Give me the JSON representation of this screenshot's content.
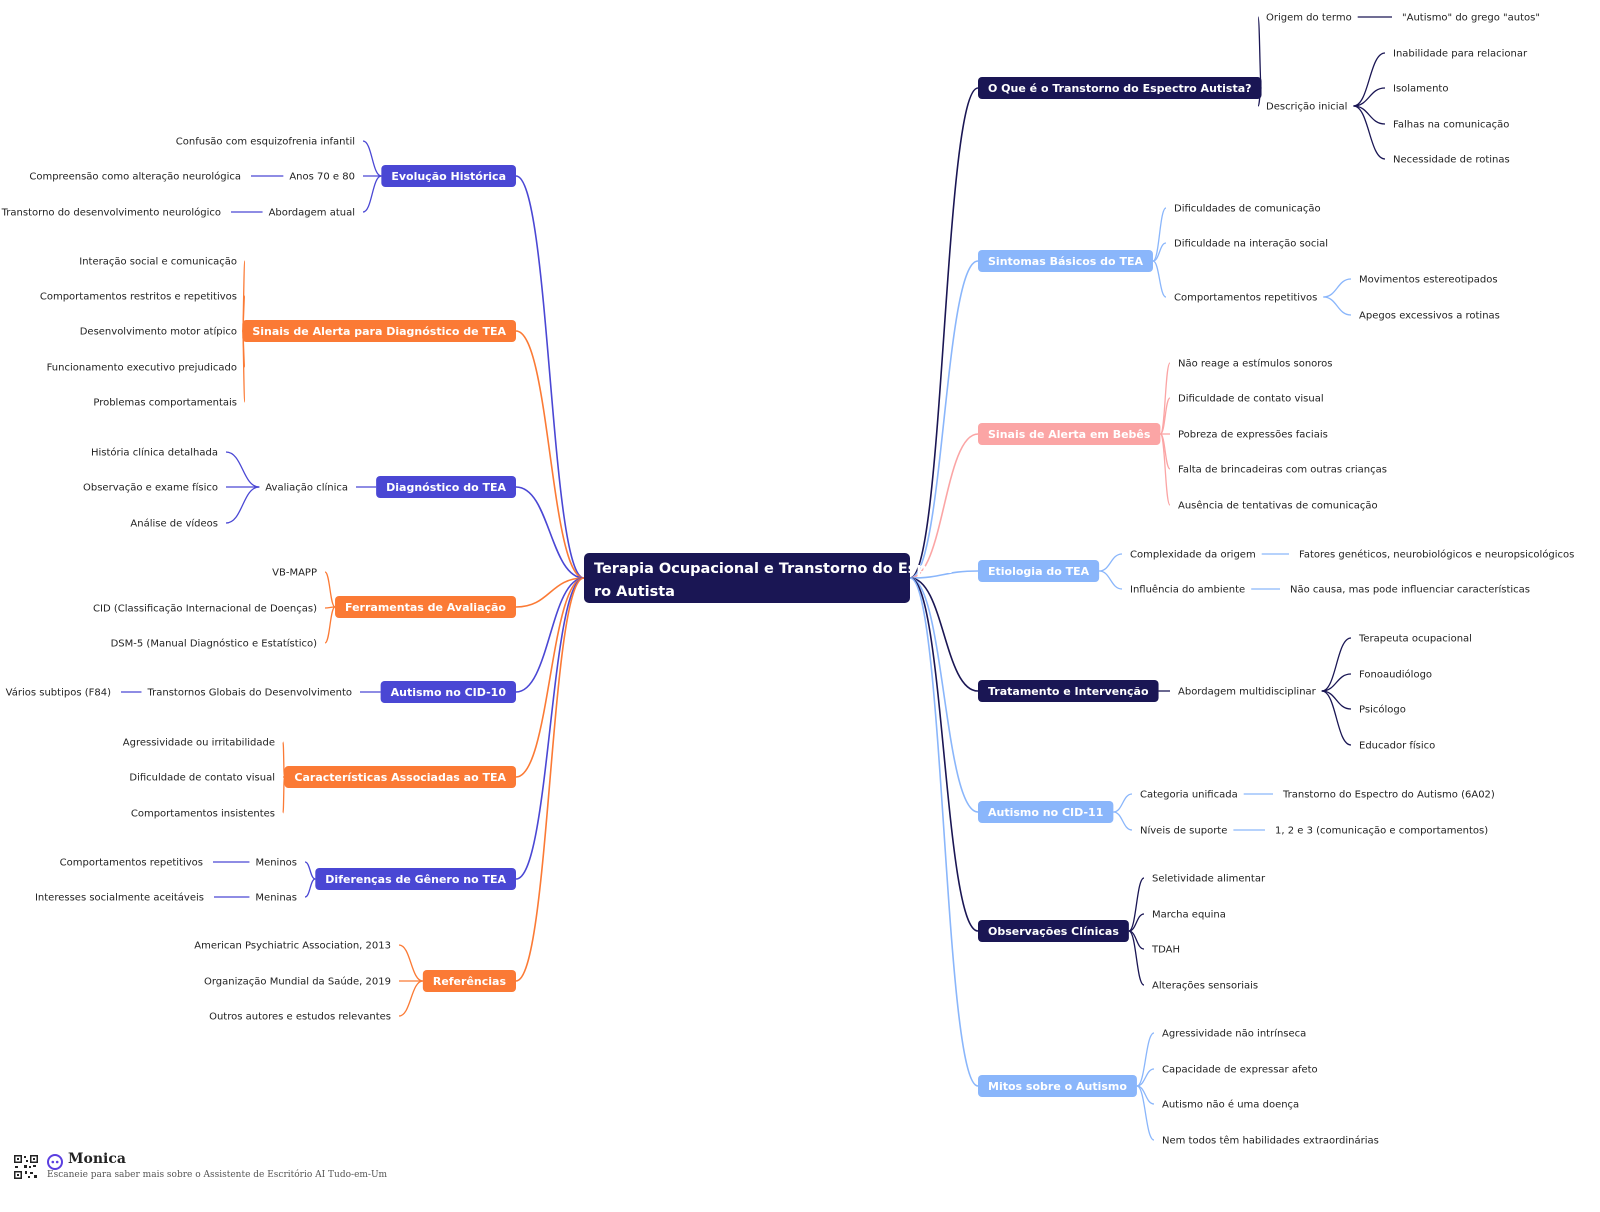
{
  "colors": {
    "root": "#1a1654",
    "navy": "#1a1654",
    "indigo": "#4a47d4",
    "orange": "#fb7a35",
    "lightblue": "#8ab6fb",
    "pink": "#fba5a5",
    "text": "#222222"
  },
  "mindmap": {
    "root": {
      "lines": [
        "Terapia Ocupacional e Transtorno do Espect",
        "ro Autista"
      ]
    },
    "right": [
      {
        "label": "O Que é o Transtorno do Espectro Autista?",
        "color": "navy",
        "children": [
          {
            "label": "Origem do termo",
            "children": [
              {
                "label": "\"Autismo\" do grego \"autos\""
              }
            ]
          },
          {
            "label": "Descrição inicial",
            "children": [
              {
                "label": "Inabilidade para relacionar"
              },
              {
                "label": "Isolamento"
              },
              {
                "label": "Falhas na comunicação"
              },
              {
                "label": "Necessidade de rotinas"
              }
            ]
          }
        ]
      },
      {
        "label": "Sintomas Básicos do TEA",
        "color": "lightblue",
        "children": [
          {
            "label": "Dificuldades de comunicação"
          },
          {
            "label": "Dificuldade na interação social"
          },
          {
            "label": "Comportamentos repetitivos",
            "children": [
              {
                "label": "Movimentos estereotipados"
              },
              {
                "label": "Apegos excessivos a rotinas"
              }
            ]
          }
        ]
      },
      {
        "label": "Sinais de Alerta em Bebês",
        "color": "pink",
        "children": [
          {
            "label": "Não reage a estímulos sonoros"
          },
          {
            "label": "Dificuldade de contato visual"
          },
          {
            "label": "Pobreza de expressões faciais"
          },
          {
            "label": "Falta de brincadeiras com outras crianças"
          },
          {
            "label": "Ausência de tentativas de comunicação"
          }
        ]
      },
      {
        "label": "Etiologia do TEA",
        "color": "lightblue",
        "children": [
          {
            "label": "Complexidade da origem",
            "children": [
              {
                "label": "Fatores genéticos, neurobiológicos e neuropsicológicos"
              }
            ]
          },
          {
            "label": "Influência do ambiente",
            "children": [
              {
                "label": "Não causa, mas pode influenciar características"
              }
            ]
          }
        ]
      },
      {
        "label": "Tratamento e Intervenção",
        "color": "navy",
        "children": [
          {
            "label": "Abordagem multidisciplinar",
            "children": [
              {
                "label": "Terapeuta ocupacional"
              },
              {
                "label": "Fonoaudiólogo"
              },
              {
                "label": "Psicólogo"
              },
              {
                "label": "Educador físico"
              }
            ]
          }
        ]
      },
      {
        "label": "Autismo no CID-11",
        "color": "lightblue",
        "children": [
          {
            "label": "Categoria unificada",
            "children": [
              {
                "label": "Transtorno do Espectro do Autismo (6A02)"
              }
            ]
          },
          {
            "label": "Níveis de suporte",
            "children": [
              {
                "label": "1, 2 e 3 (comunicação e comportamentos)"
              }
            ]
          }
        ]
      },
      {
        "label": "Observações Clínicas",
        "color": "navy",
        "children": [
          {
            "label": "Seletividade alimentar"
          },
          {
            "label": "Marcha equina"
          },
          {
            "label": "TDAH"
          },
          {
            "label": "Alterações sensoriais"
          }
        ]
      },
      {
        "label": "Mitos sobre o Autismo",
        "color": "lightblue",
        "children": [
          {
            "label": "Agressividade não intrínseca"
          },
          {
            "label": "Capacidade de expressar afeto"
          },
          {
            "label": "Autismo não é uma doença"
          },
          {
            "label": "Nem todos têm habilidades extraordinárias"
          }
        ]
      }
    ],
    "left": [
      {
        "label": "Evolução Histórica",
        "color": "indigo",
        "children": [
          {
            "label": "Confusão com esquizofrenia infantil"
          },
          {
            "label": "Anos 70 e 80",
            "children": [
              {
                "label": "Compreensão como alteração neurológica"
              }
            ]
          },
          {
            "label": "Abordagem atual",
            "children": [
              {
                "label": "Transtorno do desenvolvimento neurológico"
              }
            ]
          }
        ]
      },
      {
        "label": "Sinais de Alerta para Diagnóstico de TEA",
        "color": "orange",
        "children": [
          {
            "label": "Interação social e comunicação"
          },
          {
            "label": "Comportamentos restritos e repetitivos"
          },
          {
            "label": "Desenvolvimento motor atípico"
          },
          {
            "label": "Funcionamento executivo prejudicado"
          },
          {
            "label": "Problemas comportamentais"
          }
        ]
      },
      {
        "label": "Diagnóstico do TEA",
        "color": "indigo",
        "children": [
          {
            "label": "Avaliação clínica",
            "children": [
              {
                "label": "História clínica detalhada"
              },
              {
                "label": "Observação e exame físico"
              },
              {
                "label": "Análise de vídeos"
              }
            ]
          }
        ]
      },
      {
        "label": "Ferramentas de Avaliação",
        "color": "orange",
        "children": [
          {
            "label": "VB-MAPP"
          },
          {
            "label": "CID (Classificação Internacional de Doenças)"
          },
          {
            "label": "DSM-5 (Manual Diagnóstico e Estatístico)"
          }
        ]
      },
      {
        "label": "Autismo no CID-10",
        "color": "indigo",
        "children": [
          {
            "label": "Transtornos Globais do Desenvolvimento",
            "children": [
              {
                "label": "Vários subtipos (F84)"
              }
            ]
          }
        ]
      },
      {
        "label": "Características Associadas ao TEA",
        "color": "orange",
        "children": [
          {
            "label": "Agressividade ou irritabilidade"
          },
          {
            "label": "Dificuldade de contato visual"
          },
          {
            "label": "Comportamentos insistentes"
          }
        ]
      },
      {
        "label": "Diferenças de Gênero no TEA",
        "color": "indigo",
        "children": [
          {
            "label": "Meninos",
            "children": [
              {
                "label": "Comportamentos repetitivos"
              }
            ]
          },
          {
            "label": "Meninas",
            "children": [
              {
                "label": "Interesses socialmente aceitáveis"
              }
            ]
          }
        ]
      },
      {
        "label": "Referências",
        "color": "orange",
        "children": [
          {
            "label": "American Psychiatric Association, 2013"
          },
          {
            "label": "Organização Mundial da Saúde, 2019"
          },
          {
            "label": "Outros autores e estudos relevantes"
          }
        ]
      }
    ]
  },
  "footer": {
    "brand": "Monica",
    "tagline": "Escaneie para saber mais sobre o Assistente de Escritório AI Tudo-em-Um",
    "qr_icon": "qr-code-icon",
    "brand_icon": "monica-logo-icon"
  }
}
